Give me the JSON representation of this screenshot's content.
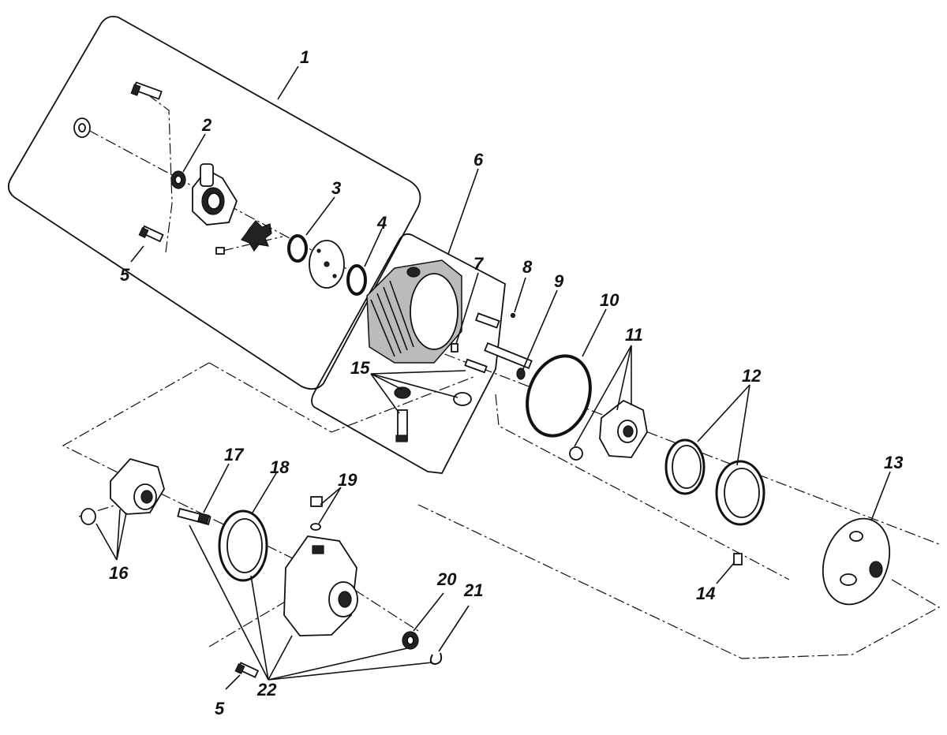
{
  "diagram": {
    "labels": {
      "l1": "1",
      "l2": "2",
      "l3": "3",
      "l4": "4",
      "l5a": "5",
      "l5b": "5",
      "l6": "6",
      "l7": "7",
      "l8": "8",
      "l9": "9",
      "l10": "10",
      "l11": "11",
      "l12": "12",
      "l13": "13",
      "l14": "14",
      "l15": "15",
      "l16": "16",
      "l17": "17",
      "l18": "18",
      "l19": "19",
      "l20": "20",
      "l21": "21",
      "l22": "22"
    }
  }
}
